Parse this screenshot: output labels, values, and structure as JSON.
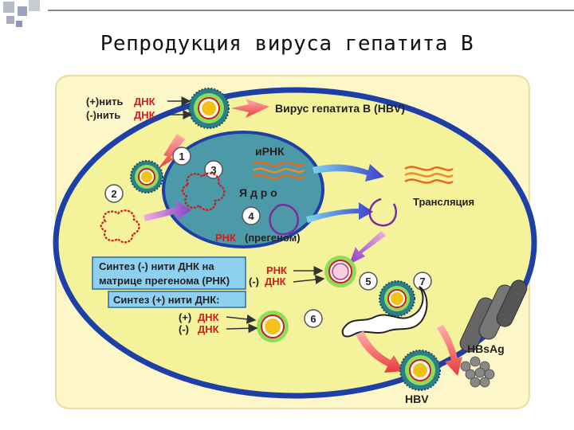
{
  "title": "Репродукция вируса гепатита В",
  "strand_labels": {
    "plus_strand": "(+)нить",
    "minus_strand": "(-)нить",
    "dna": "ДНК"
  },
  "virus_label": "Вирус гепатита В (HBV)",
  "mrna_label": "иРНК",
  "nucleus_label": "Я д р о",
  "rna_label": "РНК",
  "pregenome_label": "(прегеном)",
  "translation_label": "Трансляция",
  "synthesis_minus": {
    "line1": "Синтез (-) нити ДНК на",
    "line2": "матрице прегенома (РНК)"
  },
  "synthesis_plus": "Синтез (+) нити ДНК:",
  "label_rna": "РНК",
  "label_minus": "(-)",
  "label_dna": "ДНК",
  "label_plus": "(+)",
  "steps": [
    "1",
    "2",
    "3",
    "4",
    "5",
    "6",
    "7"
  ],
  "hbsag_label": "HBsAg",
  "hbv_label": "HBV",
  "colors": {
    "cell_fill": "#f4f29a",
    "cell_border": "#1f3fa8",
    "nucleus_fill": "#4c9aa8",
    "outer_frame": "#fdf6c8",
    "red_text": "#d21c1c",
    "dark_text": "#222222",
    "box_fill": "#8ed0f0"
  }
}
